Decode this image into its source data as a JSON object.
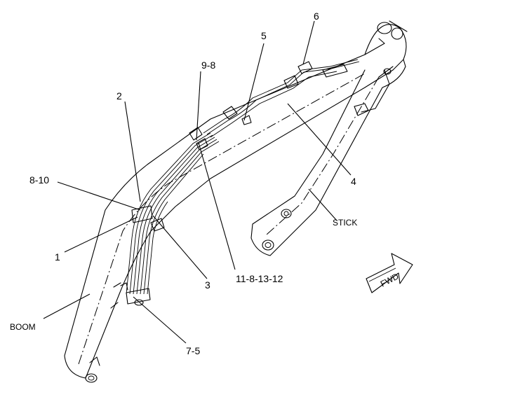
{
  "callouts": {
    "c1": "1",
    "c2": "2",
    "c3": "3",
    "c4": "4",
    "c5": "5",
    "c6": "6",
    "c7_5": "7-5",
    "c8_10": "8-10",
    "c9_8": "9-8",
    "c11_8_13_12": "11-8-13-12",
    "boom": "BOOM",
    "stick": "STICK",
    "fwd": "FWD"
  }
}
